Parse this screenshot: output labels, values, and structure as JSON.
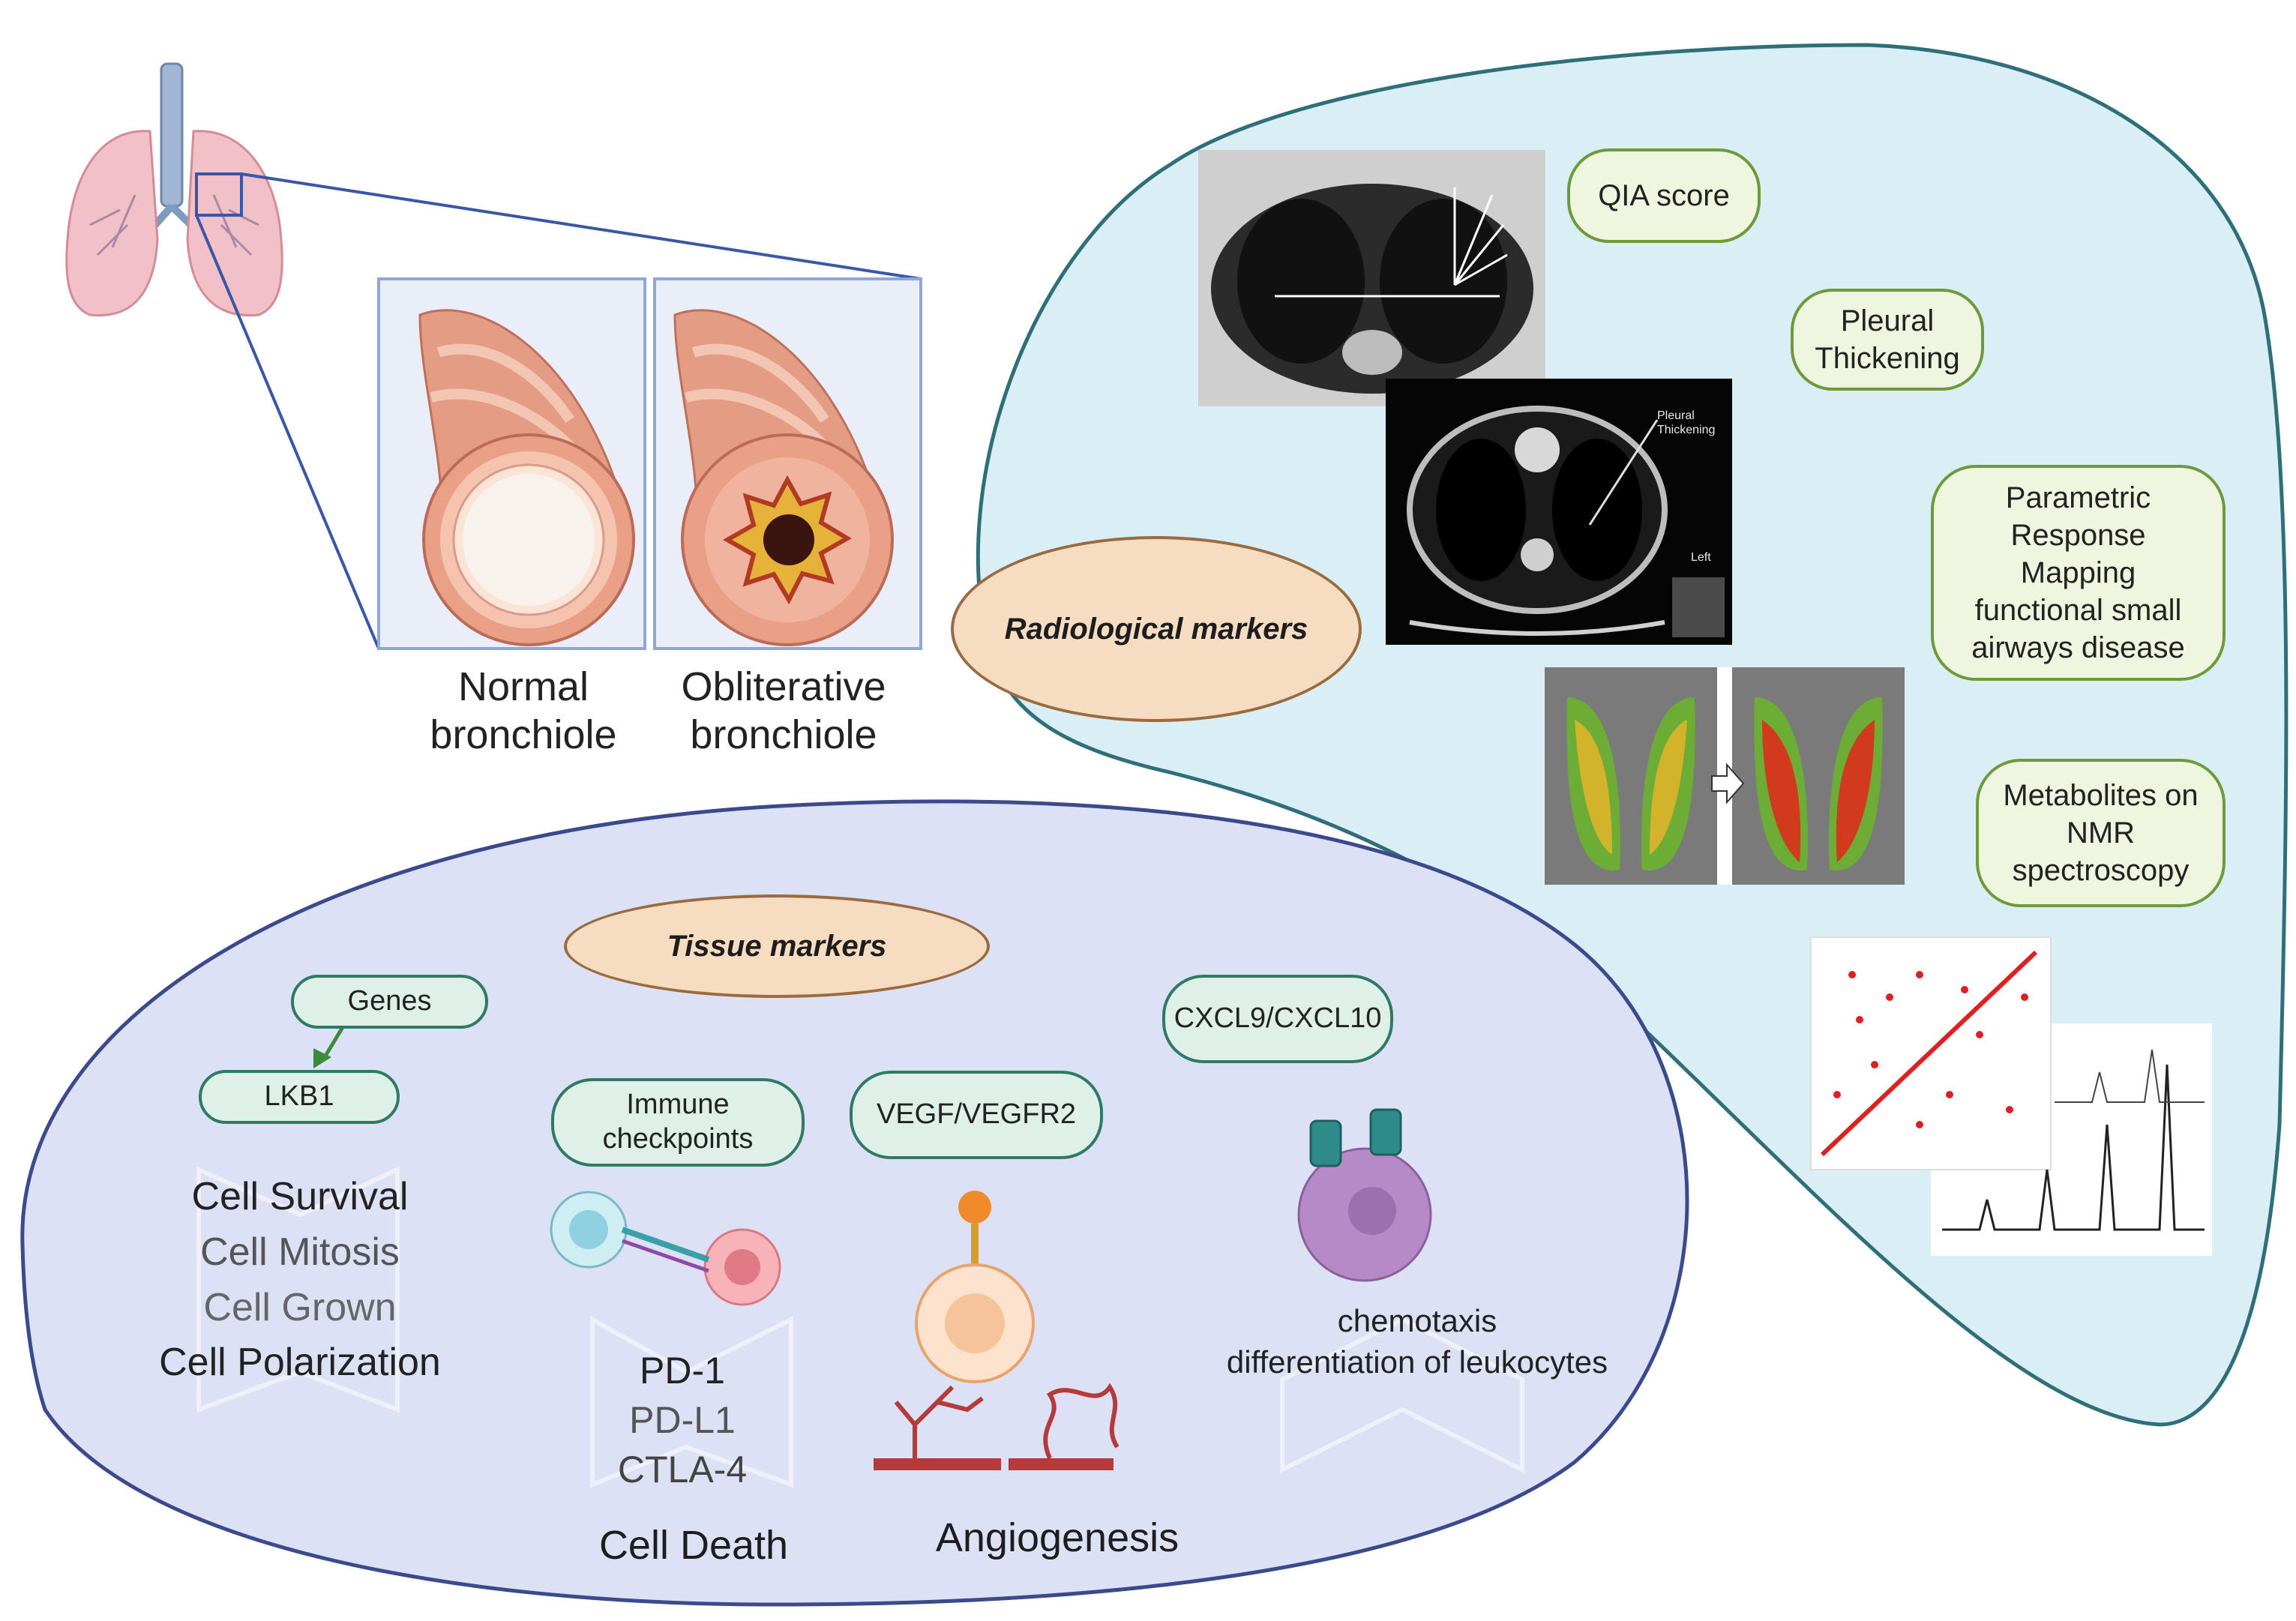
{
  "bronchioles": {
    "normal_label_line1": "Normal",
    "normal_label_line2": "bronchiole",
    "obliterative_label_line1": "Obliterative",
    "obliterative_label_line2": "bronchiole"
  },
  "radiological": {
    "title": "Radiological markers",
    "qia_score": "QIA score",
    "pleural_line1": "Pleural",
    "pleural_line2": "Thickening",
    "prm_lines": [
      "Parametric",
      "Response",
      "Mapping",
      "functional small",
      "airways disease"
    ],
    "nmr_lines": [
      "Metabolites on",
      "NMR",
      "spectroscopy"
    ],
    "ct_annotation_line1": "Pleural",
    "ct_annotation_line2": "Thickening",
    "ct_left_marker": "Left"
  },
  "tissue": {
    "title": "Tissue markers",
    "genes": "Genes",
    "lkb1": "LKB1",
    "lkb1_effects": [
      "Cell Survival",
      "Cell Mitosis",
      "Cell Grown",
      "Cell Polarization"
    ],
    "immune_line1": "Immune",
    "immune_line2": "checkpoints",
    "checkpoint_list": [
      "PD-1",
      "PD-L1",
      "CTLA-4"
    ],
    "cell_death": "Cell Death",
    "vegf": "VEGF/VEGFR2",
    "angiogenesis": "Angiogenesis",
    "cxcl": "CXCL9/CXCL10",
    "chemotaxis_line1": "chemotaxis",
    "chemotaxis_line2": "differentiation of leukocytes"
  },
  "colors": {
    "radiological_region": "#d9eef5",
    "radiological_border": "#2f6f7a",
    "tissue_region": "#dde1f6",
    "tissue_border": "#3a4a8c",
    "green_pill_border": "#6f9a3b",
    "teal_pill_border": "#2f7a63",
    "oval_fill": "#f6dcc0"
  }
}
